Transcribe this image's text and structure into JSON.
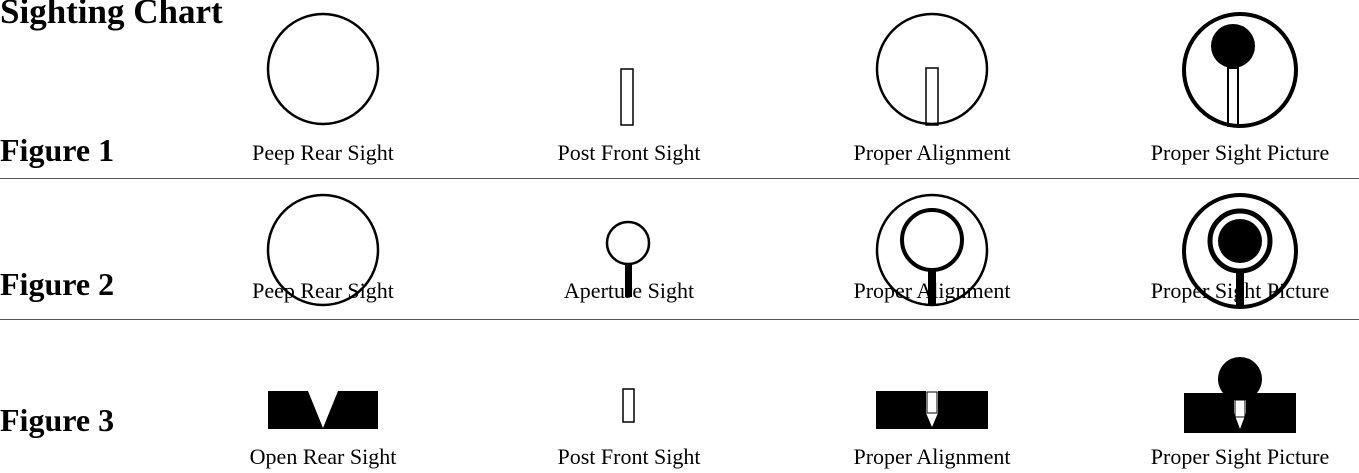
{
  "title": "Sighting Chart",
  "rows": [
    {
      "label": "Figure 1",
      "captions": [
        "Peep Rear Sight",
        "Post Front Sight",
        "Proper Alignment",
        "Proper Sight Picture"
      ]
    },
    {
      "label": "Figure 2",
      "captions": [
        "Peep Rear Sight",
        "Aperture Sight",
        "Proper Alignment",
        "Proper Sight Picture"
      ]
    },
    {
      "label": "Figure 3",
      "captions": [
        "Open Rear Sight",
        "Post Front Sight",
        "Proper Alignment",
        "Proper Sight Picture"
      ]
    }
  ],
  "colors": {
    "ink": "#000000",
    "divider": "#555555"
  }
}
